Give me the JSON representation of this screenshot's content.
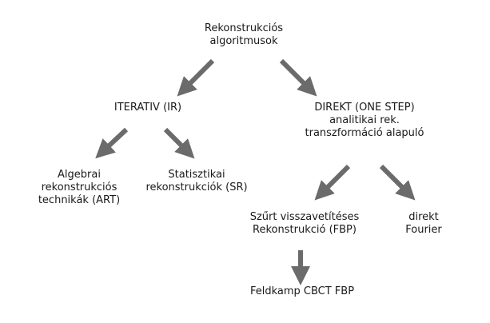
{
  "diagram": {
    "nodes": {
      "root": {
        "lines": [
          "Rekonstrukciós",
          "algoritmusok"
        ]
      },
      "iterativ": {
        "lines": [
          "ITERATIV (IR)"
        ]
      },
      "direkt": {
        "lines": [
          "DIREKT (ONE STEP)",
          "analitikai rek.",
          "transzformáció alapuló"
        ]
      },
      "algebrai": {
        "lines": [
          "Algebrai",
          "rekonstrukciós",
          "technikák (ART)"
        ]
      },
      "statisztikai": {
        "lines": [
          "Statisztikai",
          "rekonstrukciók (SR)"
        ]
      },
      "szurt": {
        "lines": [
          "Szűrt visszavetítéses",
          "Rekonstrukció (FBP)"
        ]
      },
      "fourier": {
        "lines": [
          "direkt",
          "Fourier"
        ]
      },
      "feldkamp": {
        "lines": [
          "Feldkamp CBCT FBP"
        ]
      }
    },
    "edges": [
      {
        "from": "root",
        "to": "iterativ"
      },
      {
        "from": "root",
        "to": "direkt"
      },
      {
        "from": "iterativ",
        "to": "algebrai"
      },
      {
        "from": "iterativ",
        "to": "statisztikai"
      },
      {
        "from": "direkt",
        "to": "szurt"
      },
      {
        "from": "direkt",
        "to": "fourier"
      },
      {
        "from": "szurt",
        "to": "feldkamp"
      }
    ],
    "arrow_color": "#6b6b6b",
    "text_color": "#1a1a1a"
  }
}
